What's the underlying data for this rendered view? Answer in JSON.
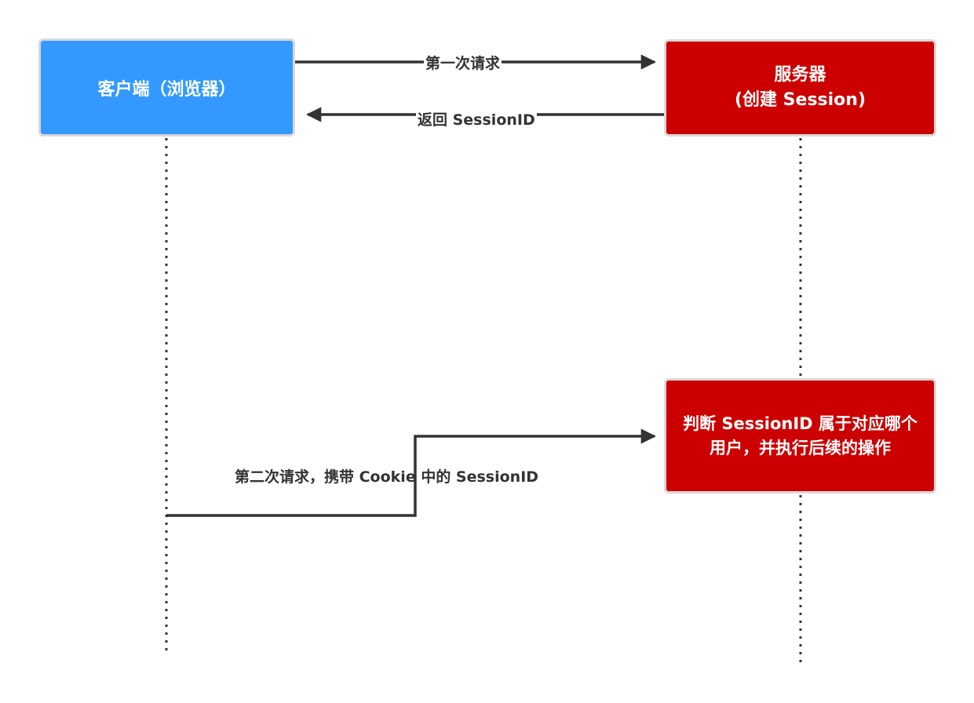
{
  "colors": {
    "client": "#3399ff",
    "server": "#cc0000",
    "line": "#333333"
  },
  "nodes": {
    "client": "客户端（浏览器）",
    "server": "服务器\n(创建 Session)",
    "judge": "判断 SessionID 属于对应哪个用户，并执行后续的操作"
  },
  "messages": {
    "first_request": "第一次请求",
    "return_session": "返回 SessionID",
    "second_request": "第二次请求，携带 Cookie 中的 SessionID"
  }
}
